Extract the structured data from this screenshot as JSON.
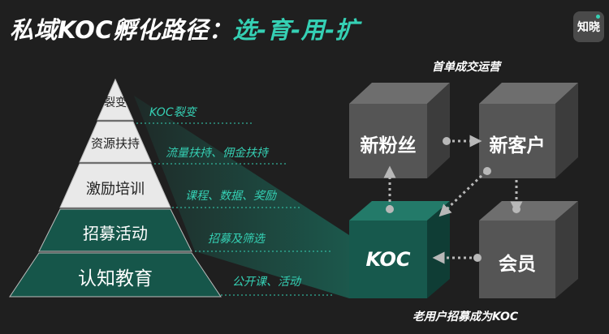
{
  "title": {
    "main": "私域KOC孵化路径：",
    "accent": "选-育-用-扩"
  },
  "logo": {
    "text": "知晓"
  },
  "pyramid": {
    "tiers": [
      {
        "label": "裂变",
        "note": "KOC裂变"
      },
      {
        "label": "资源扶持",
        "note": "流量扶持、佣金扶持"
      },
      {
        "label": "激励培训",
        "note": "课程、数据、奖励"
      },
      {
        "label": "招募活动",
        "note": "招募及筛选"
      },
      {
        "label": "认知教育",
        "note": "公开课、活动"
      }
    ]
  },
  "flow": {
    "top_caption": "首单成交运营",
    "bottom_caption": "老用户招募成为KOC",
    "nodes": {
      "new_fans": "新粉丝",
      "new_customer": "新客户",
      "koc": "KOC",
      "member": "会员"
    }
  },
  "colors": {
    "background": "#1f1f1f",
    "accent": "#35d0b4",
    "tier_fill": "#16564a",
    "tier_fill_light": "#e9e9e9",
    "cube_grey_front": "#555555",
    "cube_grey_top": "#6e6e6e",
    "cube_grey_side": "#3c3c3c",
    "cube_green_front": "#17594d",
    "cube_green_top": "#237a69",
    "cube_green_side": "#0f3d35",
    "arrow": "#b8b8b8"
  },
  "icons": {
    "logo": "zhixiao-logo-icon",
    "arrow": "dotted-arrow-icon"
  }
}
